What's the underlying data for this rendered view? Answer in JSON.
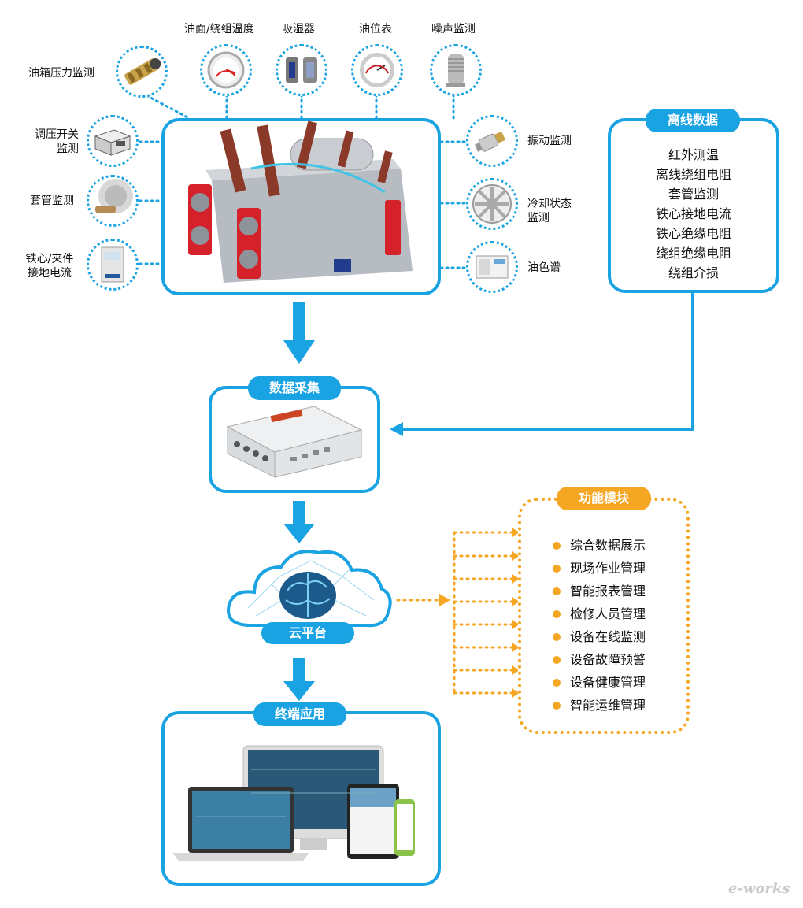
{
  "sensors": {
    "tank_pressure": "油箱压力监测",
    "oil_winding_temp": "油面/绕组温度",
    "breather": "吸湿器",
    "oil_level": "油位表",
    "noise": "噪声监测",
    "tap_changer": [
      "调压开关",
      "监测"
    ],
    "bushing": "套管监测",
    "core_clamp": [
      "铁心/夹件",
      "接地电流"
    ],
    "vibration": "振动监测",
    "cooling": [
      "冷却状态",
      "监测"
    ],
    "oil_chromatography": "油色谱"
  },
  "offline": {
    "title": "离线数据",
    "items": [
      "红外测温",
      "离线绕组电阻",
      "套管监测",
      "铁心接地电流",
      "铁心绝缘电阻",
      "绕组绝缘电阻",
      "绕组介损"
    ]
  },
  "collection": {
    "title": "数据采集"
  },
  "cloud": {
    "title": "云平台"
  },
  "terminal": {
    "title": "终端应用"
  },
  "functions": {
    "title": "功能模块",
    "items": [
      "综合数据展示",
      "现场作业管理",
      "智能报表管理",
      "检修人员管理",
      "设备在线监测",
      "设备故障预警",
      "设备健康管理",
      "智能运维管理"
    ]
  },
  "colors": {
    "primary": "#1aa3e3",
    "accent": "#f5a623"
  },
  "watermark": "e-works"
}
